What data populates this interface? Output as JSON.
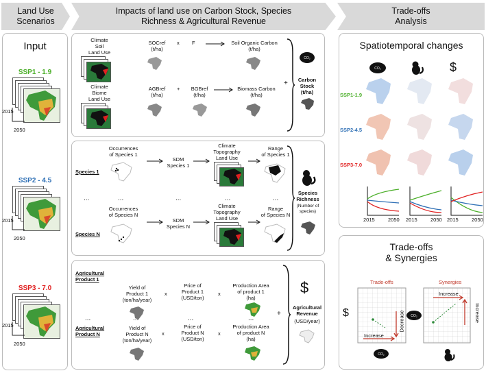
{
  "headers": {
    "scenarios": "Land Use Scenarios",
    "impacts": "Impacts of land use on Carbon Stock, Species Richness & Agricultural Revenue",
    "tradeoffs": "Trade-offs Analysis"
  },
  "input": {
    "title": "Input",
    "ssp1": "SSP1 - 1.9",
    "ssp2": "SSP2 - 4.5",
    "ssp3": "SSP3 - 7.0",
    "year_start": "2015",
    "year_end": "2050"
  },
  "carbon": {
    "inputs1": "Climate\nSoil\nLand Use",
    "soc": "SOCref\n(t/ha)",
    "times": "x",
    "f": "F",
    "soc_out": "Soil Organic Carbon\n(t/ha)",
    "inputs2": "Climate\nBiome\nLand Use",
    "agb": "AGBref\n(t/ha)",
    "plus": "+",
    "bgb": "BGBref\n(t/ha)",
    "bio_out": "Biomass Carbon\n(t/ha)",
    "result": "Carbon\nStock\n(t/ha)"
  },
  "species": {
    "sp1": "Species 1",
    "occ1": "Occurrences\nof Species 1",
    "sdm1": "SDM\nSpecies 1",
    "ctl1": "Climate\nTopography\nLand Use",
    "range1": "Range\nof Species 1",
    "dots": "...",
    "spN": "Species N",
    "occN": "Occurrences\nof Species N",
    "sdmN": "SDM\nSpecies N",
    "ctlN": "Climate\nTopography\nLand Use",
    "rangeN": "Range\nof Species N",
    "result": "Species\nRichness",
    "result_unit": "(Number of\nspecies)"
  },
  "agri": {
    "p1": "Agricultural\nProduct 1",
    "yield1": "Yield of\nProduct 1\n(ton/ha/year)",
    "price1": "Price of\nProduct 1\n(USD/ton)",
    "area1": "Production Area\nof product 1\n(ha)",
    "pN": "Agricultural\nProduct N",
    "yieldN": "Yield of\nProduct N\n(ton/ha/year)",
    "priceN": "Price of\nProduct N\n(USD/ton)",
    "areaN": "Production Area\nof product N\n(ha)",
    "result": "Agricultural\nRevenue",
    "result_unit": "(USD/year)"
  },
  "spatio": {
    "title": "Spatiotemporal changes",
    "ssp1": "SSP1-1.9",
    "ssp2": "SSP2-4.5",
    "ssp3": "SSP3-7.0",
    "co2": "CO₂",
    "dollar": "$",
    "x_start": "2015",
    "x_end": "2050"
  },
  "synergy": {
    "title": "Trade-offs\n& Synergies",
    "tradeoffs": "Trade-offs",
    "synergies": "Synergies",
    "increase": "Increase",
    "decrease": "Decrease",
    "dollar": "$",
    "co2": "CO₂"
  },
  "colors": {
    "ssp1": "#4caf2a",
    "ssp2": "#2e6fb5",
    "ssp3": "#e02020",
    "accent_red": "#c0392b"
  }
}
